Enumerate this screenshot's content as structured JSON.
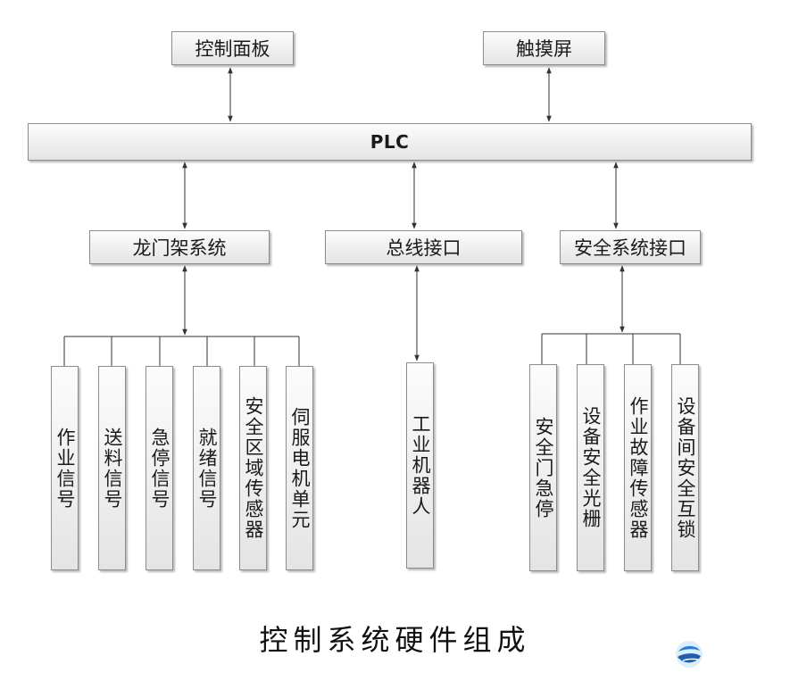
{
  "top": {
    "control_panel": "控制面板",
    "touchscreen": "触摸屏"
  },
  "plc": "PLC",
  "middle": {
    "gantry": "龙门架系统",
    "bus": "总线接口",
    "safety": "安全系统接口"
  },
  "gantry_items": [
    "作业信号",
    "送料信号",
    "急停信号",
    "就绪信号",
    "安全区域传感器",
    "伺服电机单元"
  ],
  "bus_items": [
    "工业机器人"
  ],
  "safety_items": [
    "安全门急停",
    "设备安全光栅",
    "作业故障传感器",
    "设备间安全互锁"
  ],
  "caption": "控制系统硬件组成",
  "watermark": "",
  "colors": {
    "line": "#333333",
    "box_border": "#8c8c8c",
    "logo": "#2a7fd4"
  }
}
